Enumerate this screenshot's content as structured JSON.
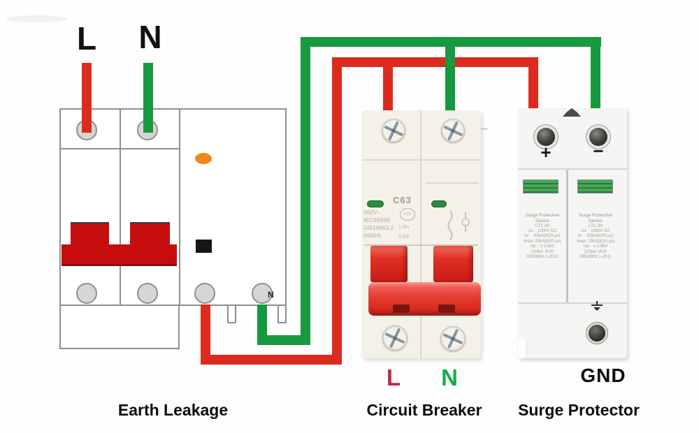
{
  "input": {
    "live_label": "L",
    "neutral_label": "N"
  },
  "earth_leakage": {
    "caption": "Earth Leakage",
    "neutral_terminal_label": "N"
  },
  "circuit_breaker": {
    "caption": "Circuit Breaker",
    "model": "C63",
    "cert_mark": "CCC",
    "spec_lines": [
      "500V~",
      "IEC60898",
      "GB10963.2",
      "6000A"
    ],
    "onoff_marking": "1 On\n0 Off",
    "live_label": "L",
    "neutral_label": "N"
  },
  "surge_protector": {
    "caption": "Surge Protector",
    "plus_marking": "+",
    "minus_marking": "−",
    "ground_label": "GND",
    "pole_text_lines": [
      "Surge Protective",
      "Device",
      "LT1-20",
      "Uc:   1000V DC",
      "In:    63kA(8/20 μs)",
      "Imax: 20kA(8/20 μs)",
      "Up:   ≤ 2.8kV",
      "120kA  IP20",
      "GB18802.1-2011"
    ]
  },
  "colors": {
    "live_wire": "#dc2b1e",
    "neutral_wire": "#17993f",
    "handle_red": "#c60d0d",
    "indicator_orange": "#f0861c",
    "label_live": "#c22a46",
    "label_neutral": "#12b04a"
  }
}
